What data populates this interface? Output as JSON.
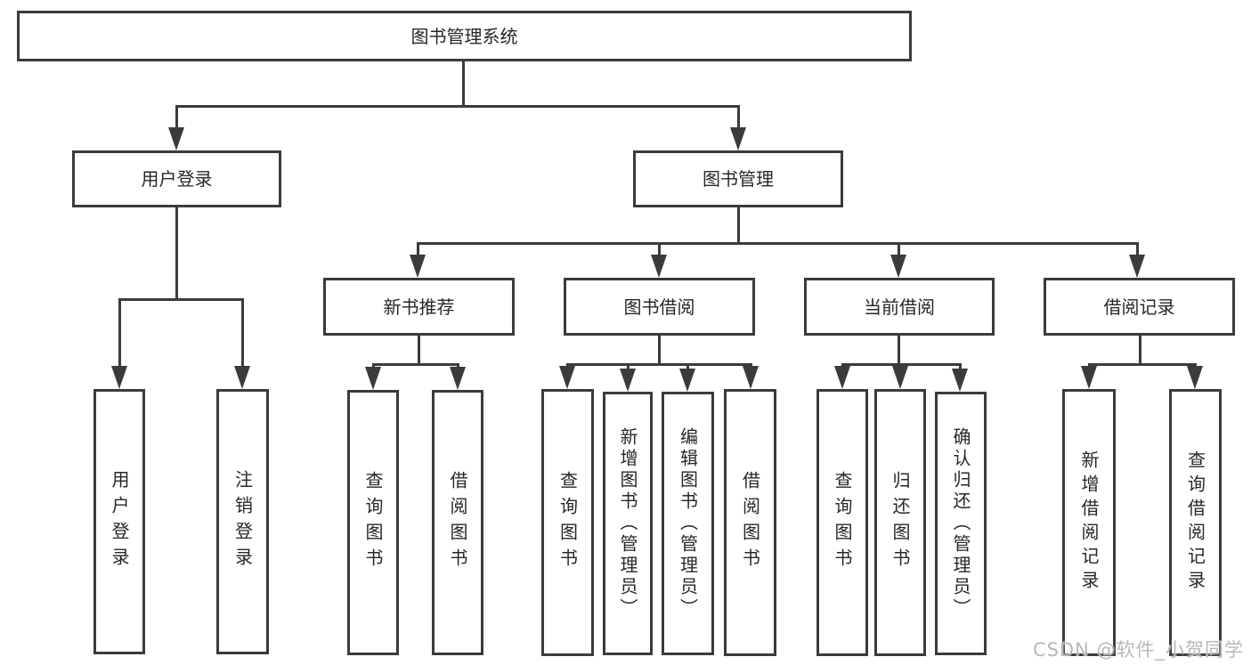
{
  "chart_type": "org-tree",
  "colors": {
    "line": "#3b3b3b",
    "box_border": "#3b3b3b",
    "box_fill": "#ffffff",
    "text": "#272727",
    "background": "#ffffff",
    "watermark": "#b8b8b8"
  },
  "tree": {
    "label": "图书管理系统",
    "children": [
      {
        "label": "用户登录",
        "children": [
          {
            "label": "用户登录"
          },
          {
            "label": "注销登录"
          }
        ]
      },
      {
        "label": "图书管理",
        "children": [
          {
            "label": "新书推荐",
            "children": [
              {
                "label": "查询图书"
              },
              {
                "label": "借阅图书"
              }
            ]
          },
          {
            "label": "图书借阅",
            "children": [
              {
                "label": "查询图书"
              },
              {
                "label": "新增图书（管理员）"
              },
              {
                "label": "编辑图书（管理员）"
              },
              {
                "label": "借阅图书"
              }
            ]
          },
          {
            "label": "当前借阅",
            "children": [
              {
                "label": "查询图书"
              },
              {
                "label": "归还图书"
              },
              {
                "label": "确认归还（管理员）"
              }
            ]
          },
          {
            "label": "借阅记录",
            "children": [
              {
                "label": "新增借阅记录"
              },
              {
                "label": "查询借阅记录"
              }
            ]
          }
        ]
      }
    ]
  },
  "watermark": {
    "text": "CSDN @软件_小贺同学"
  }
}
